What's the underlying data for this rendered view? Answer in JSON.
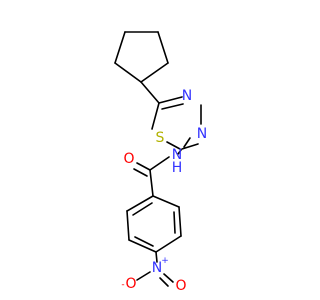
{
  "colors": {
    "carbon_bond": "#000000",
    "nitrogen": "#3333ff",
    "oxygen": "#ff0000",
    "sulfur": "#b2b200"
  },
  "atoms": {
    "thiadiazole_n1": "N",
    "thiadiazole_n2": "N",
    "thiadiazole_s": "S",
    "amide_n": "N",
    "amide_h": "H",
    "carbonyl_o": "O",
    "nitro_n": "N",
    "nitro_n_charge": "+",
    "nitro_o_minus": "O",
    "nitro_o_minus_charge": "-",
    "nitro_o": "O"
  }
}
